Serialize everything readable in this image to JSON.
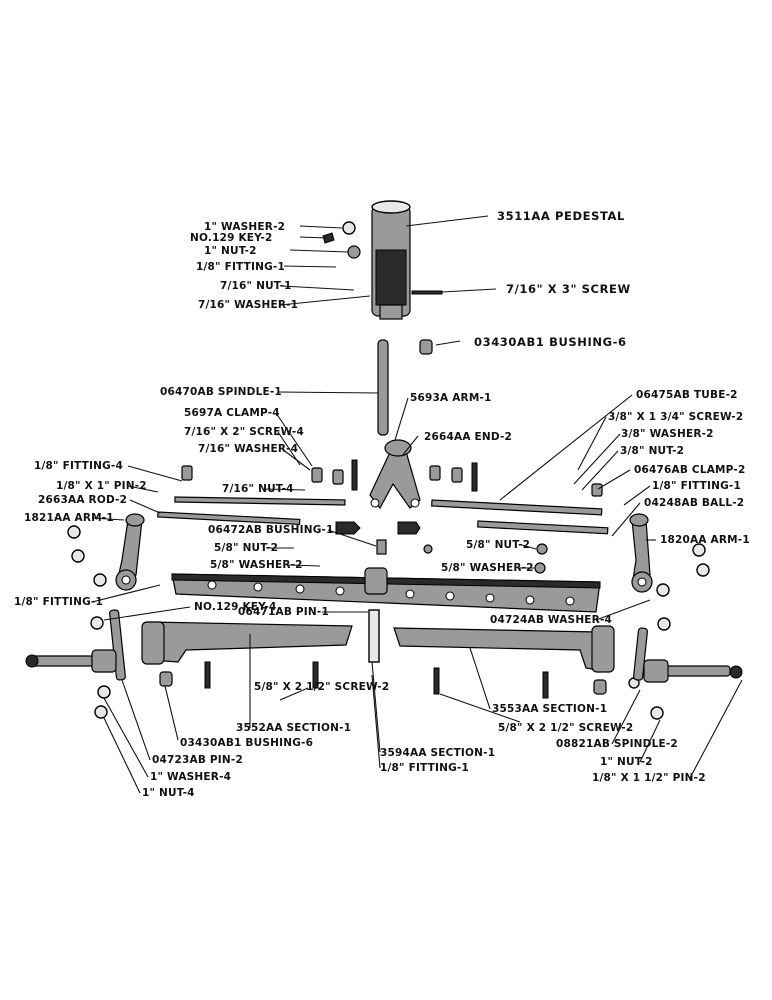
{
  "labels": {
    "pedestal": "3511AA PEDESTAL",
    "washer_1in_2_top": "1\" WASHER-2",
    "key_129_2": "NO.129 KEY-2",
    "nut_1in_2_top": "1\" NUT-2",
    "fitting_1_top": "1/8\" FITTING-1",
    "nut_716_1": "7/16\" NUT-1",
    "screw_716x3": "7/16\" X 3\" SCREW",
    "washer_716_1": "7/16\" WASHER-1",
    "bushing_6_top": "03430AB1 BUSHING-6",
    "spindle_1": "06470AB SPINDLE-1",
    "arm_5693a": "5693A ARM-1",
    "tube_2": "06475AB TUBE-2",
    "clamp_4": "5697A CLAMP-4",
    "screw_716x2_4": "7/16\" X 2\" SCREW-4",
    "end_2": "2664AA END-2",
    "screw_38x134_2": "3/8\" X 1 3/4\" SCREW-2",
    "washer_716_4": "7/16\" WASHER-4",
    "washer_38_2": "3/8\" WASHER-2",
    "fitting_4": "1/8\" FITTING-4",
    "nut_38_2": "3/8\" NUT-2",
    "clamp_2": "06476AB CLAMP-2",
    "pin_18x1_2": "1/8\" X 1\" PIN-2",
    "nut_716_4": "7/16\" NUT-4",
    "fitting_1_right": "1/8\" FITTING-1",
    "rod_2": "2663AA ROD-2",
    "ball_2": "04248AB BALL-2",
    "arm_1821": "1821AA ARM-1",
    "bushing_1": "06472AB BUSHING-1",
    "nut_58_2_left": "5/8\" NUT-2",
    "nut_58_2_right": "5/8\" NUT-2",
    "washer_58_2_left": "5/8\" WASHER-2",
    "washer_58_2_right": "5/8\" WASHER-2",
    "arm_1820": "1820AA ARM-1",
    "fitting_1_left": "1/8\" FITTING-1",
    "key_129_4": "NO.129 KEY-4",
    "pin_06471": "06471AB PIN-1",
    "washer_04724": "04724AB WASHER-4",
    "screw_58x212_left": "5/8\" X 2 1/2\" SCREW-2",
    "section_3553": "3553AA SECTION-1",
    "section_3552": "3552AA SECTION-1",
    "screw_58x212_right": "5/8\" X 2 1/2\" SCREW-2",
    "bushing_6_bottom": "03430AB1 BUSHING-6",
    "section_3594": "3594AA SECTION-1",
    "spindle_2": "08821AB SPINDLE-2",
    "pin_04723": "04723AB PIN-2",
    "fitting_1_bottom": "1/8\" FITTING-1",
    "nut_1in_2_bottom": "1\" NUT-2",
    "washer_1in_4": "1\" WASHER-4",
    "pin_18x112_2": "1/8\" X 1 1/2\" PIN-2",
    "nut_1in_4": "1\" NUT-4"
  }
}
